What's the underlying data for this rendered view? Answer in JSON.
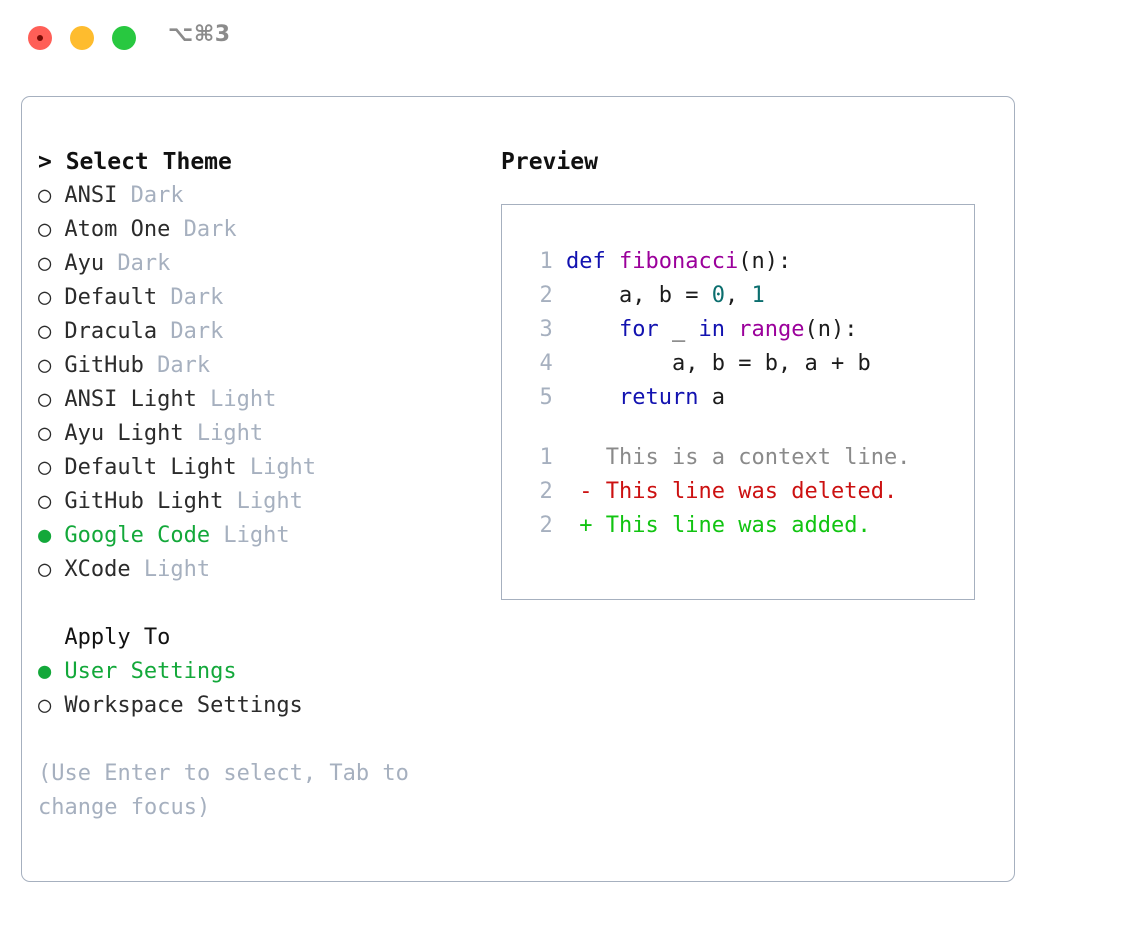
{
  "titlebar": {
    "shortcut": "⌥⌘3",
    "buttons": [
      {
        "name": "close",
        "color": "#ff5f57"
      },
      {
        "name": "minimize",
        "color": "#febc2e"
      },
      {
        "name": "zoom",
        "color": "#28c840"
      }
    ]
  },
  "theme_picker": {
    "prompt": "> Select Theme",
    "items": [
      {
        "marker": "○",
        "label": "ANSI",
        "tag": " Dark",
        "selected": false
      },
      {
        "marker": "○",
        "label": "Atom One",
        "tag": " Dark",
        "selected": false
      },
      {
        "marker": "○",
        "label": "Ayu",
        "tag": " Dark",
        "selected": false
      },
      {
        "marker": "○",
        "label": "Default",
        "tag": " Dark",
        "selected": false
      },
      {
        "marker": "○",
        "label": "Dracula",
        "tag": " Dark",
        "selected": false
      },
      {
        "marker": "○",
        "label": "GitHub",
        "tag": " Dark",
        "selected": false
      },
      {
        "marker": "○",
        "label": "ANSI Light",
        "tag": " Light",
        "selected": false
      },
      {
        "marker": "○",
        "label": "Ayu Light",
        "tag": " Light",
        "selected": false
      },
      {
        "marker": "○",
        "label": "Default Light",
        "tag": " Light",
        "selected": false
      },
      {
        "marker": "○",
        "label": "GitHub Light",
        "tag": " Light",
        "selected": false
      },
      {
        "marker": "●",
        "label": "Google Code",
        "tag": " Light",
        "selected": true
      },
      {
        "marker": "○",
        "label": "XCode",
        "tag": " Light",
        "selected": false
      }
    ]
  },
  "apply_to": {
    "header": "Apply To",
    "items": [
      {
        "marker": "●",
        "label": "User Settings",
        "selected": true
      },
      {
        "marker": "○",
        "label": "Workspace Settings",
        "selected": false
      }
    ]
  },
  "hint": "(Use Enter to select, Tab to change focus)",
  "preview": {
    "title": "Preview",
    "code_lines": [
      {
        "n": "1",
        "tokens": [
          {
            "t": "def",
            "c": "k"
          },
          {
            "t": " ",
            "c": "pn"
          },
          {
            "t": "fibonacci",
            "c": "fn"
          },
          {
            "t": "(n):",
            "c": "pn"
          }
        ]
      },
      {
        "n": "2",
        "tokens": [
          {
            "t": "    a, b = ",
            "c": "id"
          },
          {
            "t": "0",
            "c": "num"
          },
          {
            "t": ", ",
            "c": "pn"
          },
          {
            "t": "1",
            "c": "num"
          }
        ]
      },
      {
        "n": "3",
        "tokens": [
          {
            "t": "    ",
            "c": "pn"
          },
          {
            "t": "for",
            "c": "k"
          },
          {
            "t": " _ ",
            "c": "id"
          },
          {
            "t": "in",
            "c": "k"
          },
          {
            "t": " ",
            "c": "pn"
          },
          {
            "t": "range",
            "c": "fn"
          },
          {
            "t": "(n):",
            "c": "pn"
          }
        ]
      },
      {
        "n": "4",
        "tokens": [
          {
            "t": "        a, b = b, a + b",
            "c": "id"
          }
        ]
      },
      {
        "n": "5",
        "tokens": [
          {
            "t": "    ",
            "c": "pn"
          },
          {
            "t": "return",
            "c": "k"
          },
          {
            "t": " a",
            "c": "id"
          }
        ]
      }
    ],
    "diff_lines": [
      {
        "n": "1",
        "sign": " ",
        "text": " This is a context line.",
        "kind": "ctx"
      },
      {
        "n": "2",
        "sign": "-",
        "text": " This line was deleted.",
        "kind": "del"
      },
      {
        "n": "2",
        "sign": "+",
        "text": " This line was added.",
        "kind": "add"
      }
    ]
  },
  "colors": {
    "accent_green": "#13a83a",
    "muted": "#a6b0bf",
    "keyword": "#1212b0",
    "function": "#9b009b",
    "number": "#0b6e6e",
    "diff_add": "#11c411",
    "diff_del": "#cc1111",
    "border": "#a6b0bf"
  }
}
